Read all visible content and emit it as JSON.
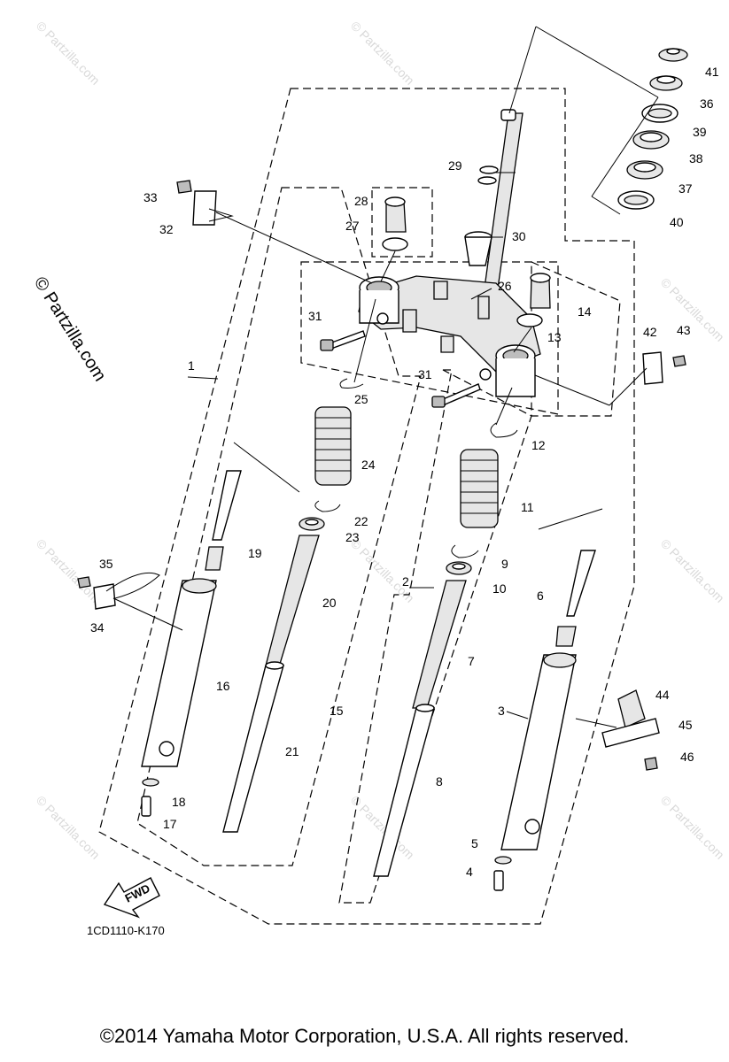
{
  "diagram": {
    "code": "1CD1110-K170",
    "fwd_label": "FWD",
    "copyright": "©2014 Yamaha Motor Corporation, U.S.A. All rights reserved.",
    "watermark_side": "© Partzilla.com",
    "watermark_tile": "© Partzilla.com",
    "labels": {
      "p1": "1",
      "p2": "2",
      "p3": "3",
      "p4": "4",
      "p5": "5",
      "p6": "6",
      "p7": "7",
      "p8": "8",
      "p9": "9",
      "p10": "10",
      "p11": "11",
      "p12": "12",
      "p13": "13",
      "p14": "14",
      "p15": "15",
      "p16": "16",
      "p17": "17",
      "p18": "18",
      "p19": "19",
      "p20": "20",
      "p21": "21",
      "p22": "22",
      "p23": "23",
      "p24": "24",
      "p25": "25",
      "p26": "26",
      "p27": "27",
      "p28": "28",
      "p29": "29",
      "p30": "30",
      "p31a": "31",
      "p31b": "31",
      "p32": "32",
      "p33": "33",
      "p34": "34",
      "p35": "35",
      "p36": "36",
      "p37": "37",
      "p38": "38",
      "p39": "39",
      "p40": "40",
      "p41": "41",
      "p42": "42",
      "p43": "43",
      "p44": "44",
      "p45": "45",
      "p46": "46"
    }
  }
}
